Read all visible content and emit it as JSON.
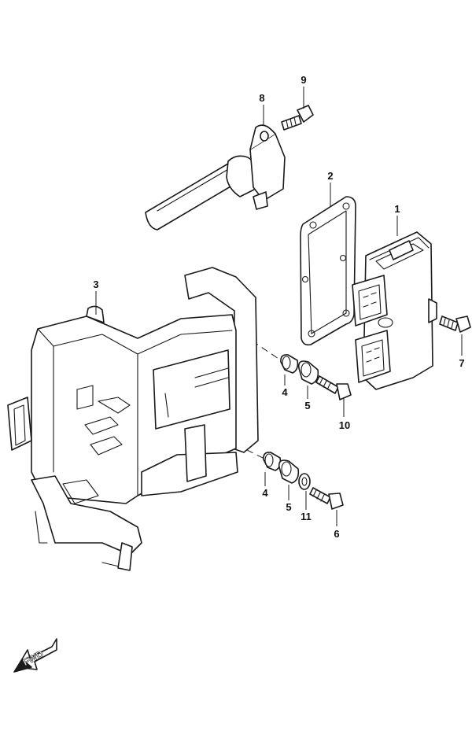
{
  "callouts": {
    "c1": "1",
    "c2": "2",
    "c3": "3",
    "c4a": "4",
    "c4b": "4",
    "c5a": "5",
    "c5b": "5",
    "c6": "6",
    "c7": "7",
    "c8": "8",
    "c9": "9",
    "c10": "10",
    "c11": "11"
  },
  "fwd_label": "FWD",
  "colors": {
    "line": "#1a1a1a",
    "background": "#ffffff"
  }
}
